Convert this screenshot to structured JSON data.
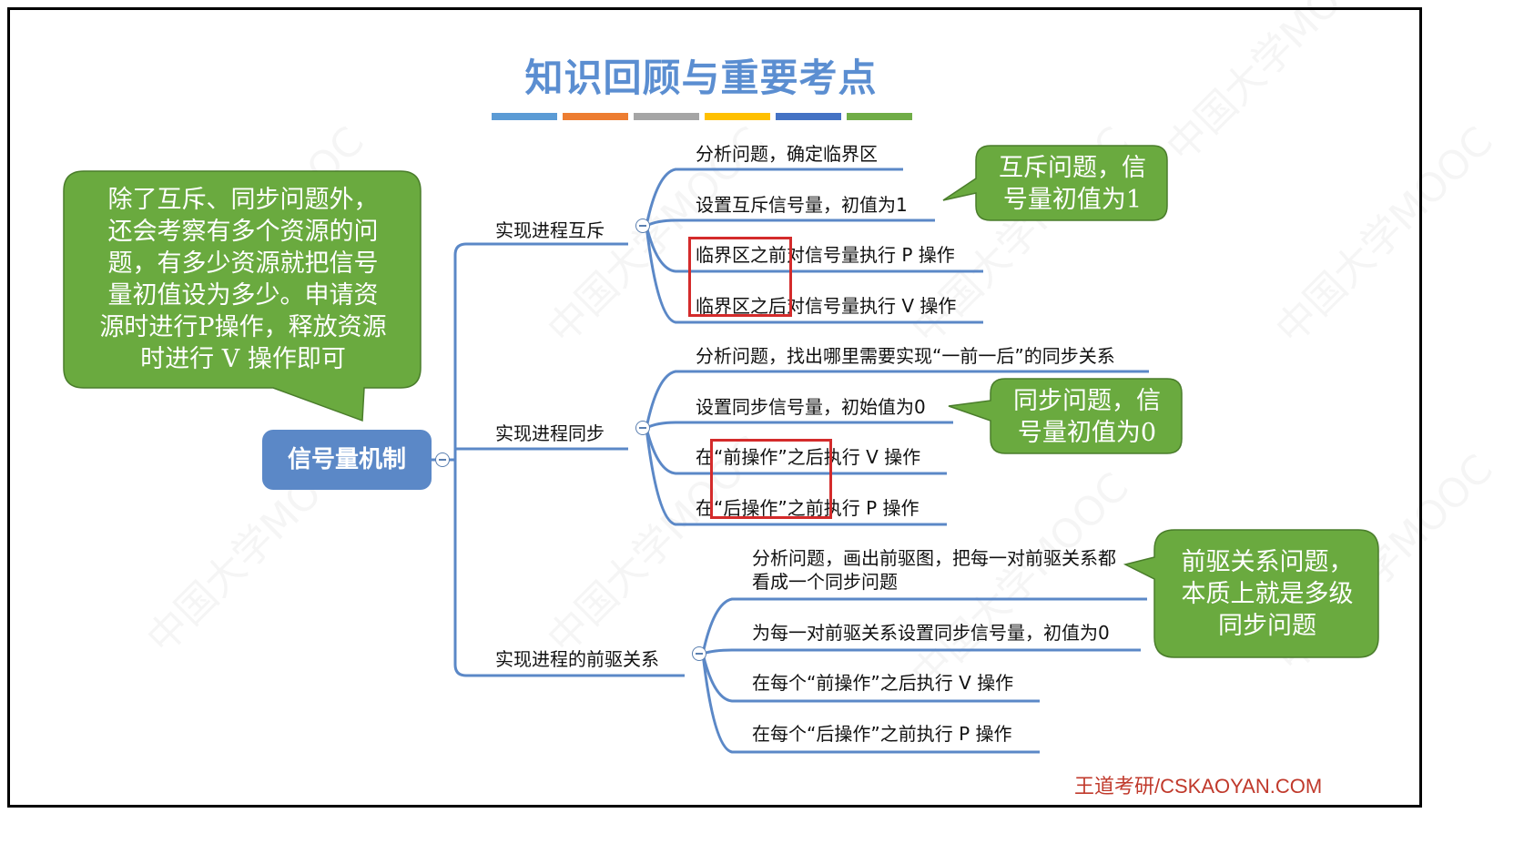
{
  "title": "知识回顾与重要考点",
  "colors": {
    "title": "#5b8ed1",
    "color_bar": [
      "#5b9bd5",
      "#ed7d31",
      "#a5a5a5",
      "#ffc000",
      "#4472c4",
      "#70ad47"
    ],
    "callout_fill": "#6aaa3f",
    "root_fill": "#5b88c7",
    "branch_line": "#5b88c7",
    "highlight_box": "#d42b2b",
    "footer": "#c0392b"
  },
  "root": {
    "label": "信号量机制"
  },
  "branches": [
    {
      "label": "实现进程互斥",
      "leaves": [
        "分析问题，确定临界区",
        "设置互斥信号量，初值为1",
        "临界区之前对信号量执行 P 操作",
        "临界区之后对信号量执行 V 操作"
      ]
    },
    {
      "label": "实现进程同步",
      "leaves": [
        "分析问题，找出哪里需要实现“一前一后”的同步关系",
        "设置同步信号量，初始值为0",
        "在“前操作”之后执行 V 操作",
        "在“后操作”之前执行 P 操作"
      ]
    },
    {
      "label": "实现进程的前驱关系",
      "leaves": [
        "分析问题，画出前驱图，把每一对前驱关系都\n看成一个同步问题",
        "为每一对前驱关系设置同步信号量，初值为0",
        "在每个“前操作”之后执行 V 操作",
        "在每个“后操作”之前执行 P 操作"
      ]
    }
  ],
  "callouts": {
    "left": "除了互斥、同步问题外，\n还会考察有多个资源的问\n题，有多少资源就把信号\n量初值设为多少。申请资\n源时进行P操作，释放资源\n时进行 V 操作即可",
    "mutex": "互斥问题，信\n号量初值为1",
    "sync": "同步问题，信\n号量初值为0",
    "precedence": "前驱关系问题，\n本质上就是多级\n同步问题"
  },
  "watermark": "中国大学MOOC",
  "footer": "王道考研/CSKAOYAN.COM"
}
